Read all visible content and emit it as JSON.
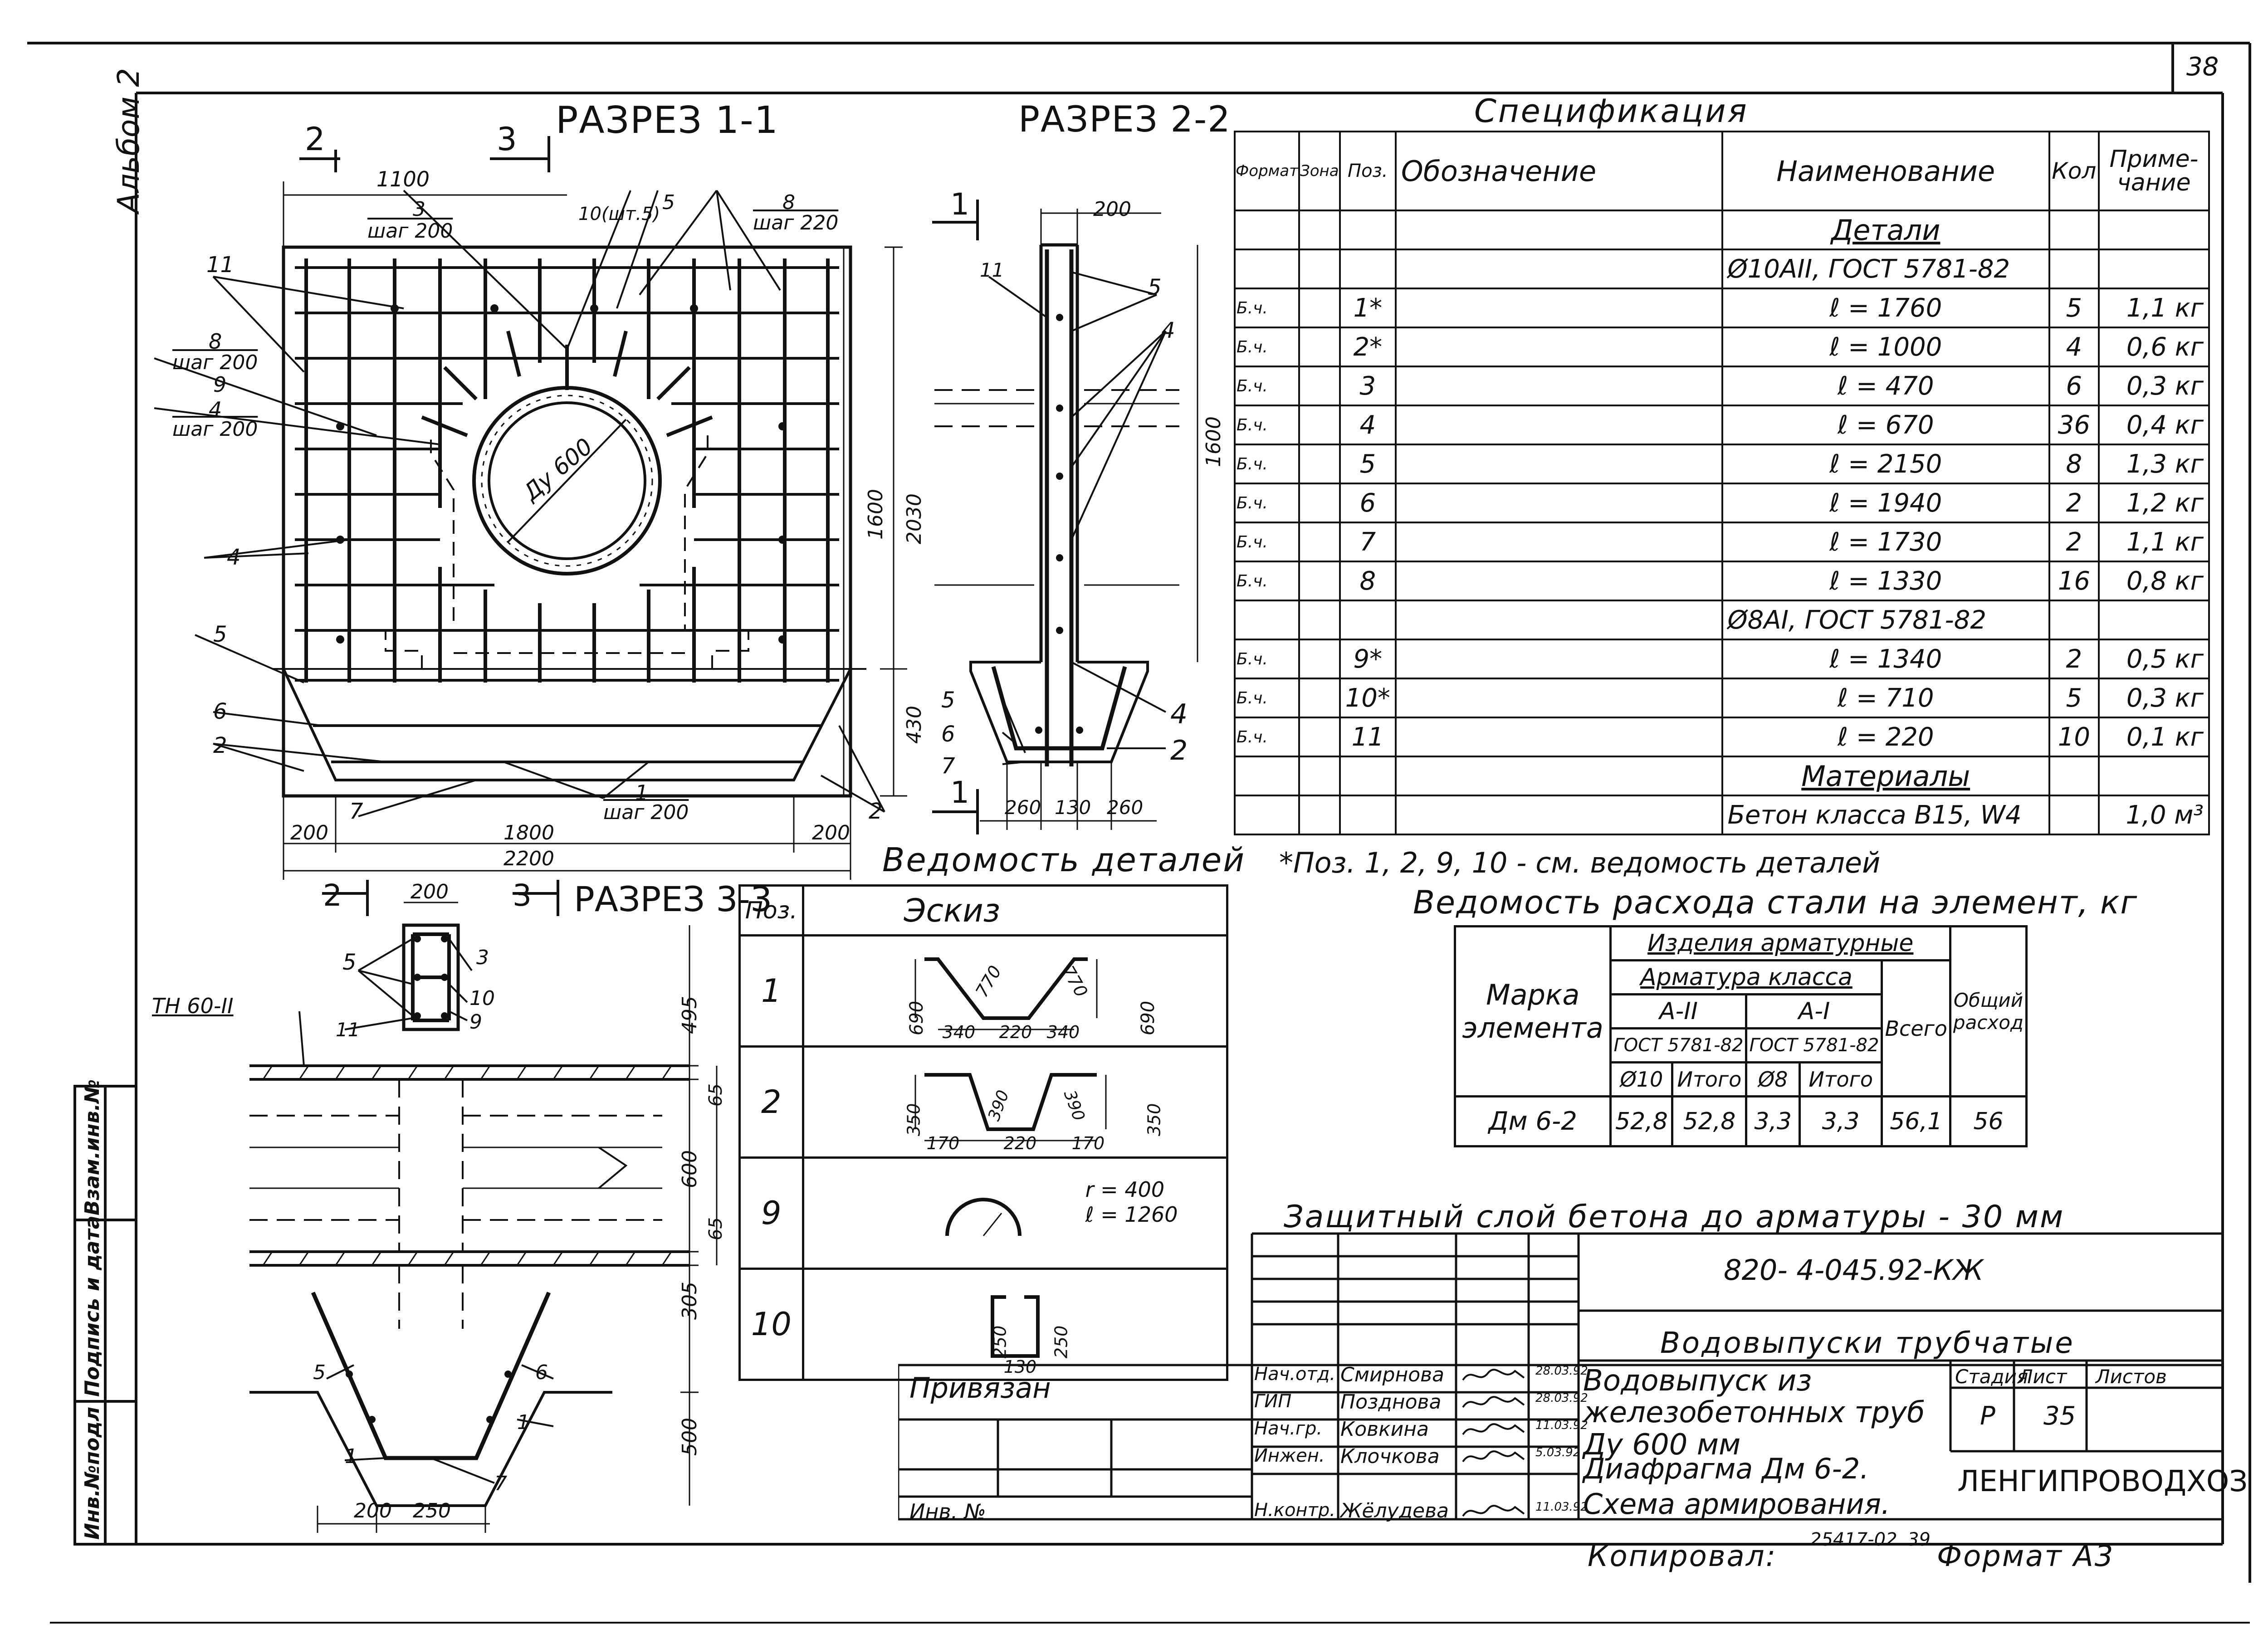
{
  "sheet": {
    "number": "38",
    "album": "Альбом 2",
    "side_labels": [
      "Инв.№подл",
      "Подпись и дата",
      "Взам.инв.№"
    ]
  },
  "sections": {
    "s1": {
      "title": "РАЗРЕЗ 1-1",
      "marks": [
        "2",
        "3"
      ],
      "dims": [
        "1100",
        "1600",
        "2030",
        "430",
        "200",
        "1800",
        "200",
        "2200"
      ],
      "callouts": [
        "3",
        "шаг 200",
        "10(шт.5)",
        "5",
        "8",
        "шаг 220",
        "11",
        "8",
        "шаг 200",
        "9",
        "4",
        "шаг 200",
        "4",
        "5",
        "6",
        "2",
        "7",
        "1",
        "шаг 200",
        "2"
      ],
      "pipe": "Ду 600"
    },
    "s2": {
      "title": "РАЗРЕЗ 2-2",
      "marks": [
        "1",
        "1"
      ],
      "dims": [
        "200",
        "1600",
        "260",
        "130",
        "260"
      ],
      "callouts": [
        "11",
        "5",
        "4",
        "5",
        "6",
        "7",
        "4",
        "2"
      ]
    },
    "s3": {
      "title": "РАЗРЕЗ 3-3",
      "marks": [
        "2",
        "3"
      ],
      "dims": [
        "200",
        "495",
        "65",
        "600",
        "65",
        "305",
        "500",
        "200",
        "250"
      ],
      "callouts": [
        "5",
        "3",
        "10",
        "11",
        "9",
        "5",
        "6",
        "1",
        "1",
        "7"
      ],
      "tn": "ТН 60-II"
    }
  },
  "spec": {
    "title": "Спецификация",
    "headers": [
      "Формат",
      "Зона",
      "Поз.",
      "Обозначение",
      "Наименование",
      "Кол",
      "Приме-чание"
    ],
    "group1": "Детали",
    "steel1": "Ø10AII, ГОСТ 5781-82",
    "rows1": [
      {
        "f": "Б.ч.",
        "pos": "1*",
        "name": "ℓ = 1760",
        "qty": "5",
        "note": "1,1 кг"
      },
      {
        "f": "Б.ч.",
        "pos": "2*",
        "name": "ℓ = 1000",
        "qty": "4",
        "note": "0,6 кг"
      },
      {
        "f": "Б.ч.",
        "pos": "3",
        "name": "ℓ = 470",
        "qty": "6",
        "note": "0,3 кг"
      },
      {
        "f": "Б.ч.",
        "pos": "4",
        "name": "ℓ = 670",
        "qty": "36",
        "note": "0,4 кг"
      },
      {
        "f": "Б.ч.",
        "pos": "5",
        "name": "ℓ = 2150",
        "qty": "8",
        "note": "1,3 кг"
      },
      {
        "f": "Б.ч.",
        "pos": "6",
        "name": "ℓ = 1940",
        "qty": "2",
        "note": "1,2 кг"
      },
      {
        "f": "Б.ч.",
        "pos": "7",
        "name": "ℓ = 1730",
        "qty": "2",
        "note": "1,1 кг"
      },
      {
        "f": "Б.ч.",
        "pos": "8",
        "name": "ℓ = 1330",
        "qty": "16",
        "note": "0,8 кг"
      }
    ],
    "steel2": "Ø8AI, ГОСТ 5781-82",
    "rows2": [
      {
        "f": "Б.ч.",
        "pos": "9*",
        "name": "ℓ = 1340",
        "qty": "2",
        "note": "0,5 кг"
      },
      {
        "f": "Б.ч.",
        "pos": "10*",
        "name": "ℓ = 710",
        "qty": "5",
        "note": "0,3 кг"
      },
      {
        "f": "Б.ч.",
        "pos": "11",
        "name": "ℓ = 220",
        "qty": "10",
        "note": "0,1 кг"
      }
    ],
    "group2": "Материалы",
    "material": "Бетон класса B15, W4",
    "material_note": "1,0 м³",
    "footnote": "*Поз. 1, 2, 9, 10 - см. ведомость деталей"
  },
  "details": {
    "title": "Ведомость деталей",
    "headers": [
      "Поз.",
      "Эскиз"
    ],
    "rows": [
      {
        "pos": "1",
        "dims": [
          "690",
          "770",
          "770",
          "690",
          "340",
          "220",
          "340"
        ]
      },
      {
        "pos": "2",
        "dims": [
          "350",
          "390",
          "390",
          "350",
          "170",
          "220",
          "170"
        ]
      },
      {
        "pos": "9",
        "dims": [
          "r = 400",
          "ℓ = 1260"
        ]
      },
      {
        "pos": "10",
        "dims": [
          "250",
          "250",
          "130"
        ]
      }
    ]
  },
  "steel": {
    "title": "Ведомость расхода стали на элемент, кг",
    "h_mark": "Марка элемента",
    "h_items": "Изделия арматурные",
    "h_class": "Арматура класса",
    "h_a2": "A-II",
    "h_a1": "A-I",
    "h_gost1": "ГОСТ 5781-82",
    "h_gost2": "ГОСТ 5781-82",
    "h_d10": "Ø10",
    "h_sum1": "Итого",
    "h_d8": "Ø8",
    "h_sum2": "Итого",
    "h_total": "Всего",
    "h_general": "Общий расход",
    "row": {
      "mark": "Дм 6-2",
      "d10": "52,8",
      "sum1": "52,8",
      "d8": "3,3",
      "sum2": "3,3",
      "total": "56,1",
      "general": "56"
    }
  },
  "cover_note": "Защитный слой бетона до арматуры - 30 мм",
  "title_block": {
    "code": "820- 4-045.92-КЖ",
    "series": "Водовыпуски трубчатые",
    "privyazan": "Привязан",
    "inv": "Инв. №",
    "staff": [
      {
        "role": "Нач.отд.",
        "name": "Смирнова",
        "date": "28.03.92"
      },
      {
        "role": "ГИП",
        "name": "Позднова",
        "date": "28.03.92"
      },
      {
        "role": "Нач.гр.",
        "name": "Ковкина",
        "date": "11.03.92"
      },
      {
        "role": "Инжен.",
        "name": "Клочкова",
        "date": "5.03.92"
      },
      {
        "role": "Н.контр.",
        "name": "Жёлудева",
        "date": "11.03.92"
      }
    ],
    "object": "Водовыпуск из железобетонных труб Ду 600 мм",
    "drawing": "Диафрагма Дм 6-2. Схема армирования.",
    "h_stage": "Стадия",
    "h_sheet": "Лист",
    "h_sheets": "Листов",
    "stage": "Р",
    "sheet": "35",
    "sheets": "",
    "org": "ЛЕНГИПРОВОДХОЗ",
    "copied": "Копировал:",
    "copy_num": "25417-02",
    "copy_sheet": "39",
    "format": "Формат А3"
  }
}
